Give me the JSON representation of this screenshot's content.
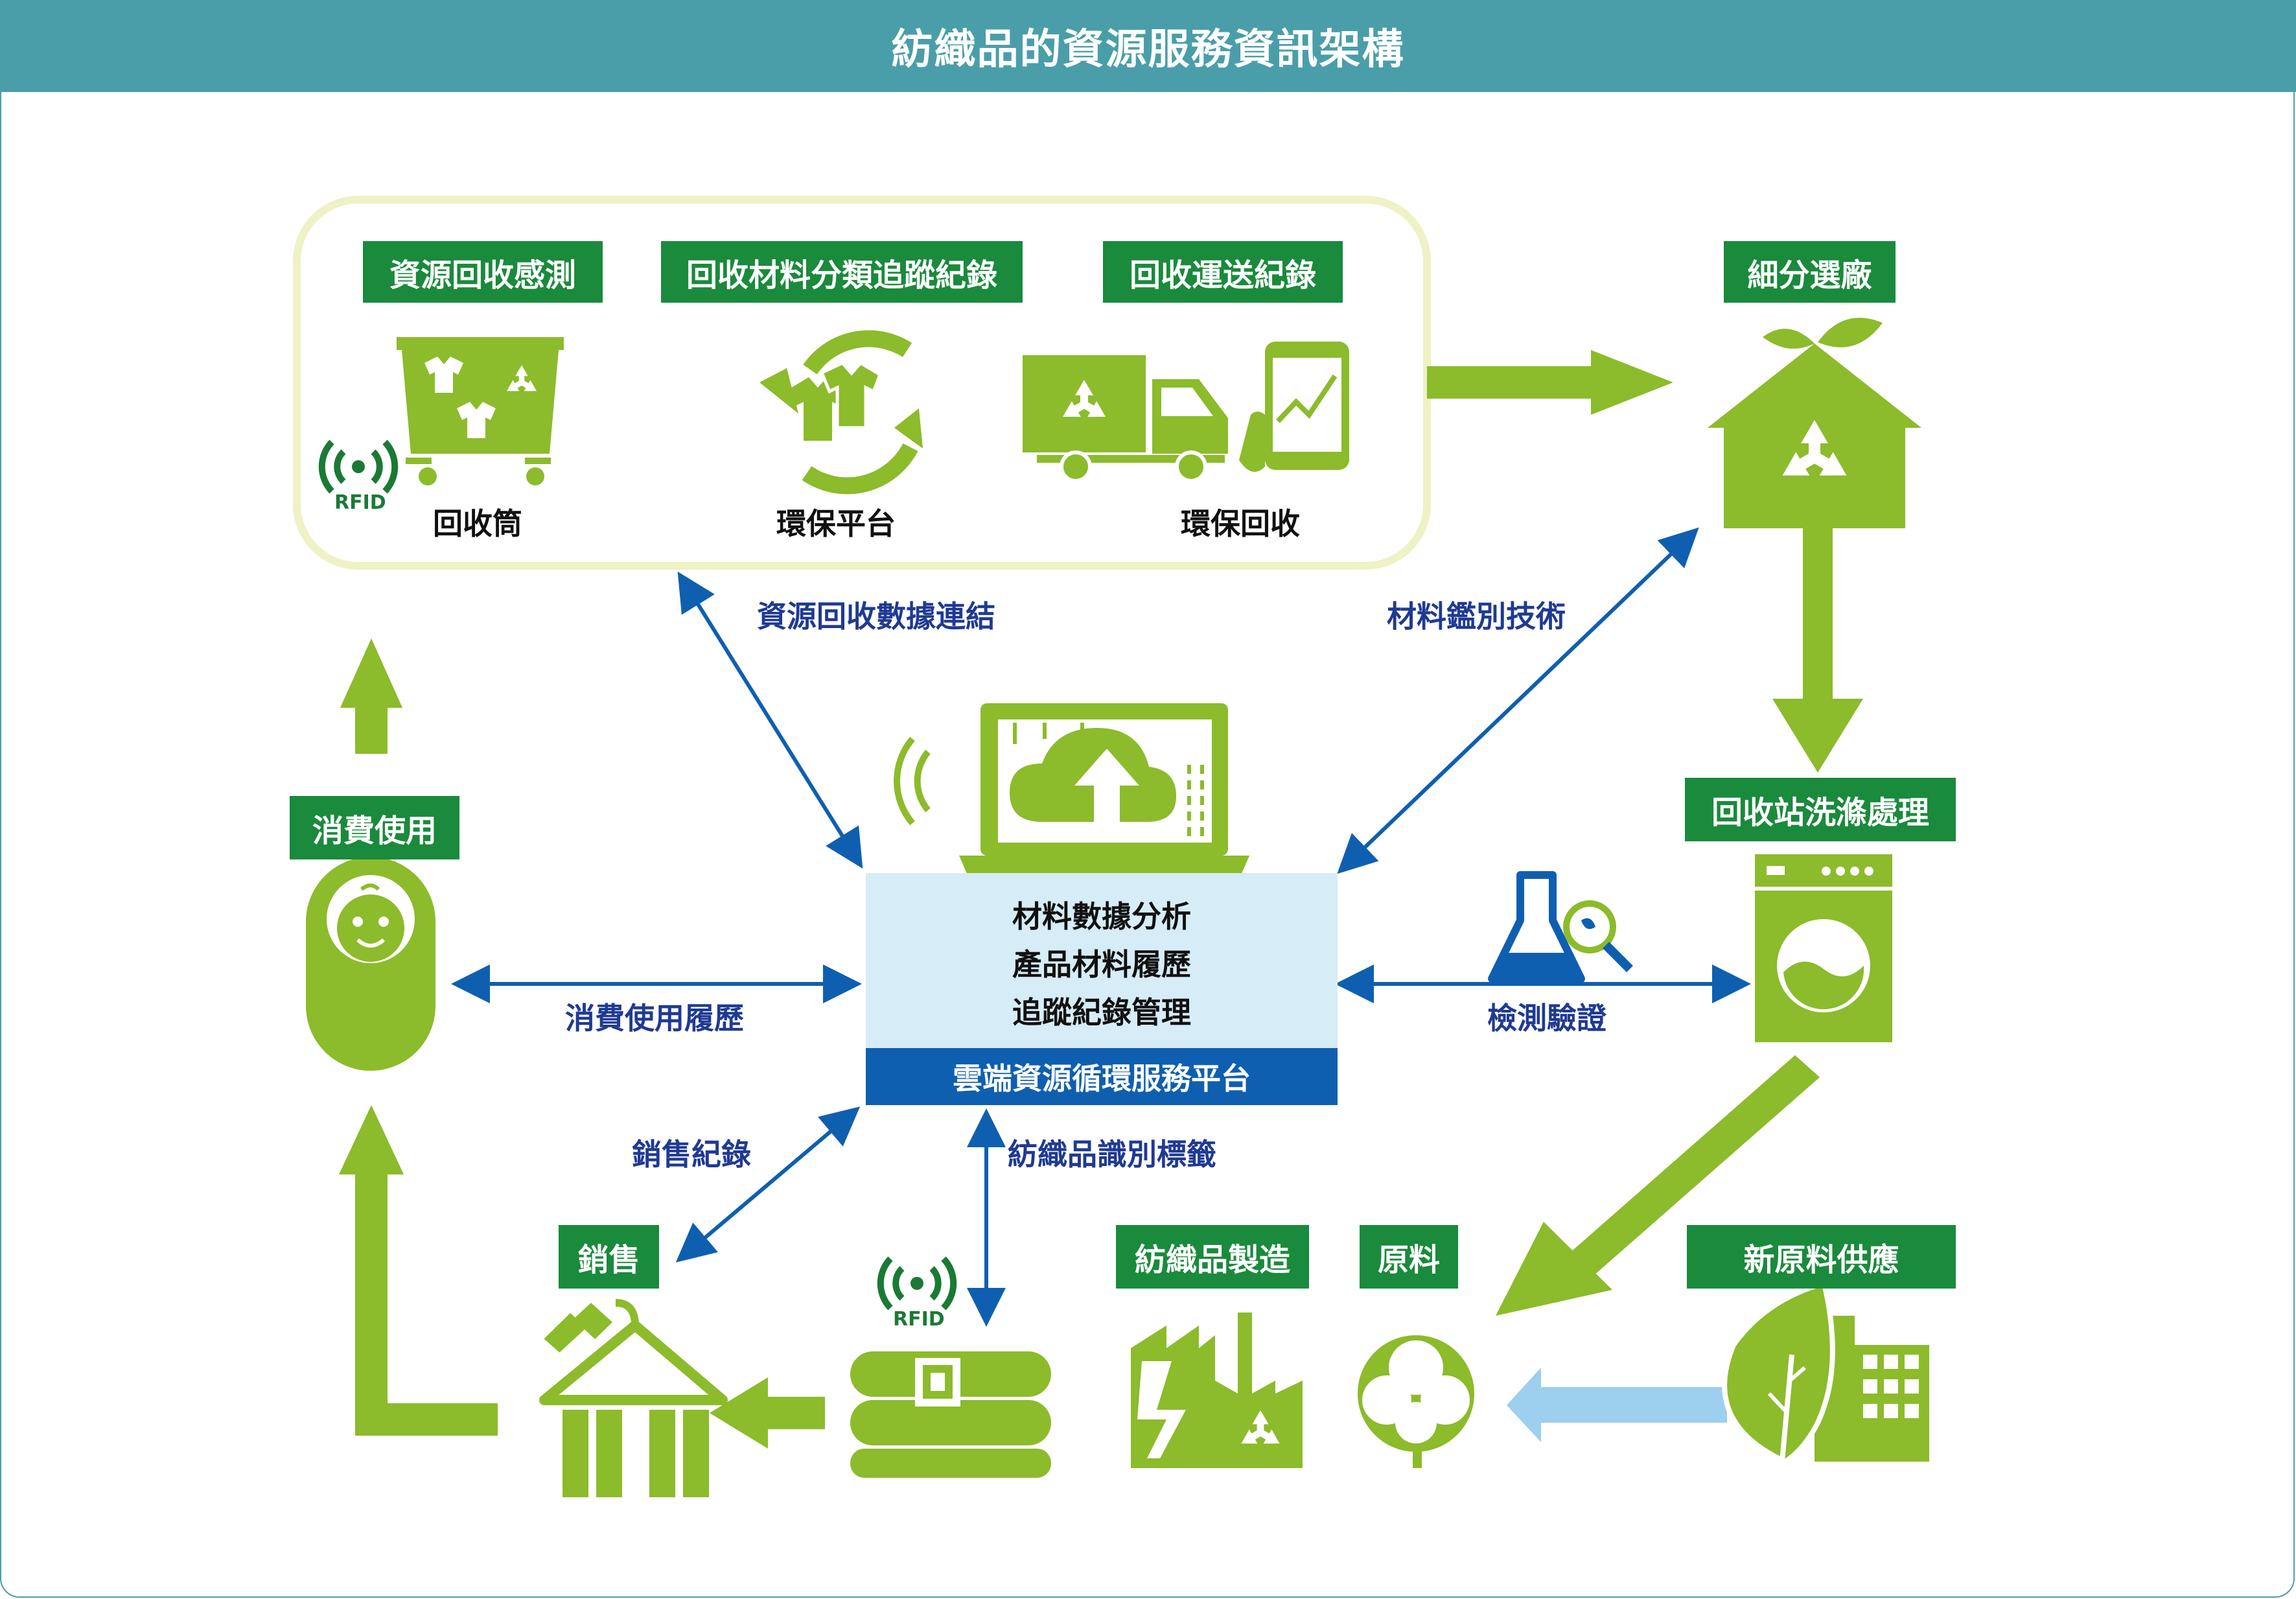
{
  "title": "紡織品的資源服務資訊架構",
  "colors": {
    "green": "#8cbb2b",
    "dark_green": "#1a8a3c",
    "teal": "#4a9ea9",
    "blue": "#0f5fb0",
    "light_blue": "#d6ecf6",
    "sky_arrow": "#9dcfee"
  },
  "collection_group": {
    "tags": [
      "資源回收感測",
      "回收材料分類追蹤紀錄",
      "回收運送紀錄"
    ],
    "items": [
      "回收筒",
      "環保平台",
      "環保回收"
    ],
    "rfid": "RFID"
  },
  "nodes": {
    "sorting_plant": "細分選廠",
    "washing": "回收站洗滌處理",
    "consumer_use": "消費使用",
    "sales": "銷售",
    "manufacture": "紡織品製造",
    "raw_material": "原料",
    "new_raw_supply": "新原料供應",
    "tag_rfid": "RFID"
  },
  "platform": {
    "lines": [
      "材料數據分析",
      "產品材料履歷",
      "追蹤紀錄管理"
    ],
    "name": "雲端資源循環服務平台"
  },
  "links": {
    "data_link": "資源回收數據連結",
    "material_id": "材料鑑別技術",
    "usage_history": "消費使用履歷",
    "testing": "檢測驗證",
    "sales_record": "銷售紀錄",
    "textile_label": "紡織品識別標籤"
  },
  "icons": [
    "recycle-bin-icon",
    "rfid-icon",
    "recycle-clothes-icon",
    "recycle-truck-icon",
    "smartphone-chart-icon",
    "recycle-house-icon",
    "washing-machine-icon",
    "flask-magnifier-icon",
    "cloud-laptop-icon",
    "baby-icon",
    "hanger-tag-icon",
    "folded-textile-icon",
    "factory-icon",
    "cotton-icon",
    "leaf-building-icon"
  ]
}
